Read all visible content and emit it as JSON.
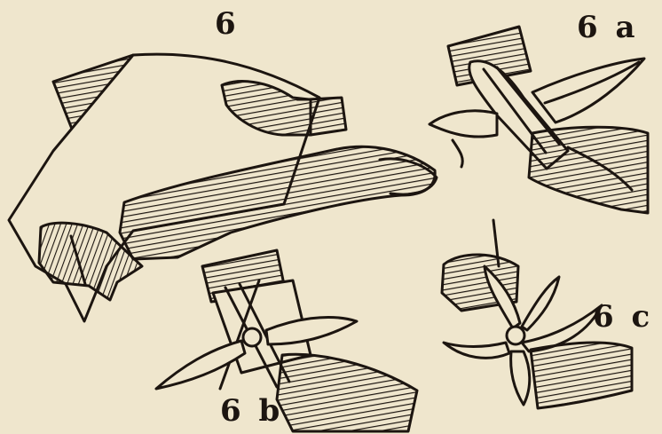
{
  "figure": {
    "labels": {
      "main": "6",
      "a": "6 a",
      "b": "6 b",
      "c": "6 c"
    }
  },
  "colors": {
    "paper": "#efe6cd",
    "ink": "#1c1510"
  }
}
